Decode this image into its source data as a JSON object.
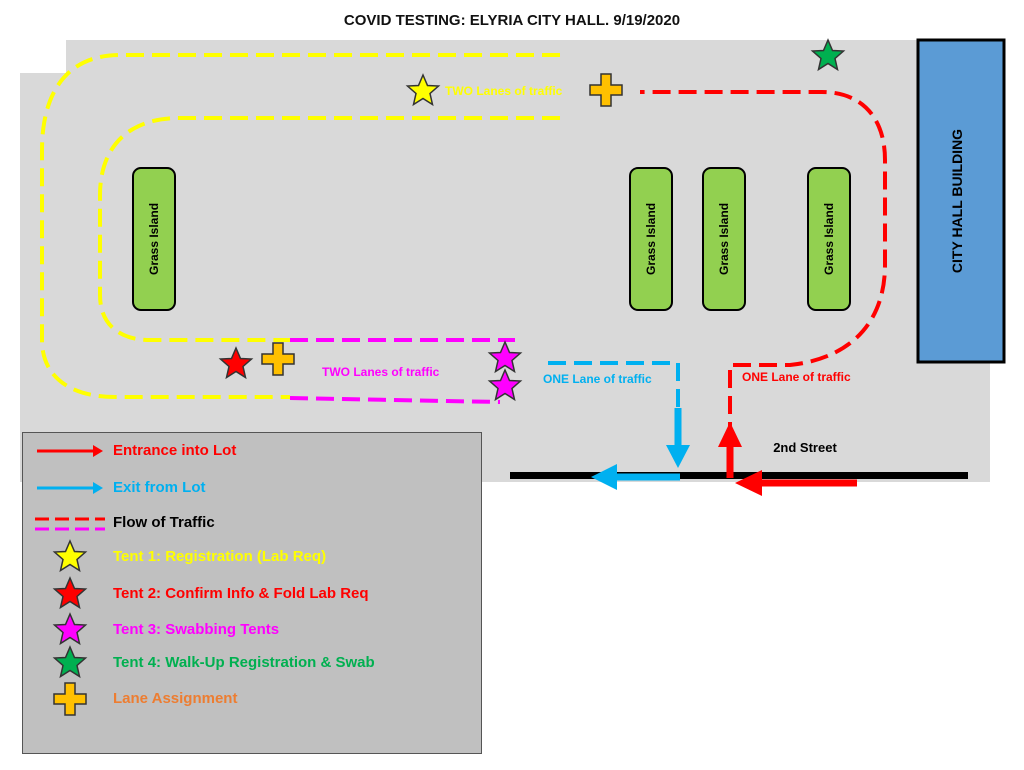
{
  "title": "COVID TESTING: ELYRIA CITY HALL. 9/19/2020",
  "building": {
    "label": "CITY HALL BUILDING",
    "color": "#5b9bd5"
  },
  "grass_islands": [
    {
      "label": "Grass Island"
    },
    {
      "label": "Grass Island"
    },
    {
      "label": "Grass Island"
    },
    {
      "label": "Grass Island"
    }
  ],
  "lane_labels": {
    "top_yellow": "TWO Lanes of traffic",
    "bottom_magenta": "TWO Lanes of traffic",
    "exit_blue": "ONE Lane of traffic",
    "entrance_red": "ONE Lane of traffic"
  },
  "street": {
    "label": "2nd Street"
  },
  "legend": {
    "entrance": "Entrance into Lot",
    "exit": "Exit from Lot",
    "flow": "Flow of Traffic",
    "tent1": "Tent 1: Registration (Lab Req)",
    "tent2": "Tent 2: Confirm Info & Fold Lab Req",
    "tent3": "Tent 3: Swabbing Tents",
    "tent4": "Tent 4: Walk-Up Registration & Swab",
    "lane_assignment": "Lane Assignment"
  },
  "colors": {
    "lot": "#d9d9d9",
    "grass": "#92d050",
    "yellow": "#ffff00",
    "red": "#ff0000",
    "magenta": "#ff00ff",
    "blue": "#00b0f0",
    "green": "#00b050",
    "orange": "#ffc000",
    "orange_text": "#ed7d31",
    "legend_bg": "#c0c0c0"
  },
  "icons": [
    "star-yellow-icon",
    "star-red-icon",
    "star-magenta-icon",
    "star-green-icon",
    "cross-orange-icon"
  ]
}
